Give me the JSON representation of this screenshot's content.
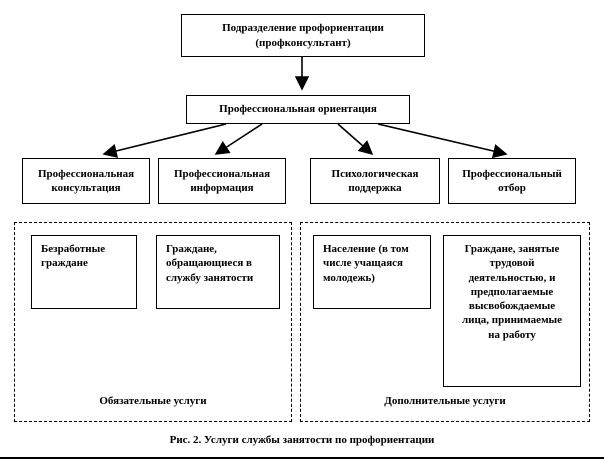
{
  "diagram": {
    "top_box": "Подразделение  профориентации\n(профконсультант)",
    "orientation_box": "Профессиональная ориентация",
    "services": [
      "Профессиональная\nконсультация",
      "Профессиональная\nинформация",
      "Психологическая\nподдержка",
      "Профессиональный\nотбор"
    ],
    "mandatory": {
      "box1": "Безработные\nграждане",
      "box2": "Граждане,\nобращающиеся в\nслужбу занятости",
      "label": "Обязательные  услуги"
    },
    "additional": {
      "box1": "Население (в том\nчисле учащаяся\nмолодежь)",
      "box2": "Граждане, занятые\nтрудовой\nдеятельностью,  и\nпредполагаемые\nвысвобождаемые\nлица, принимаемые\nна работу",
      "label": "Дополнительные услуги"
    },
    "caption": "Рис. 2. Услуги службы занятости по профориентации"
  }
}
